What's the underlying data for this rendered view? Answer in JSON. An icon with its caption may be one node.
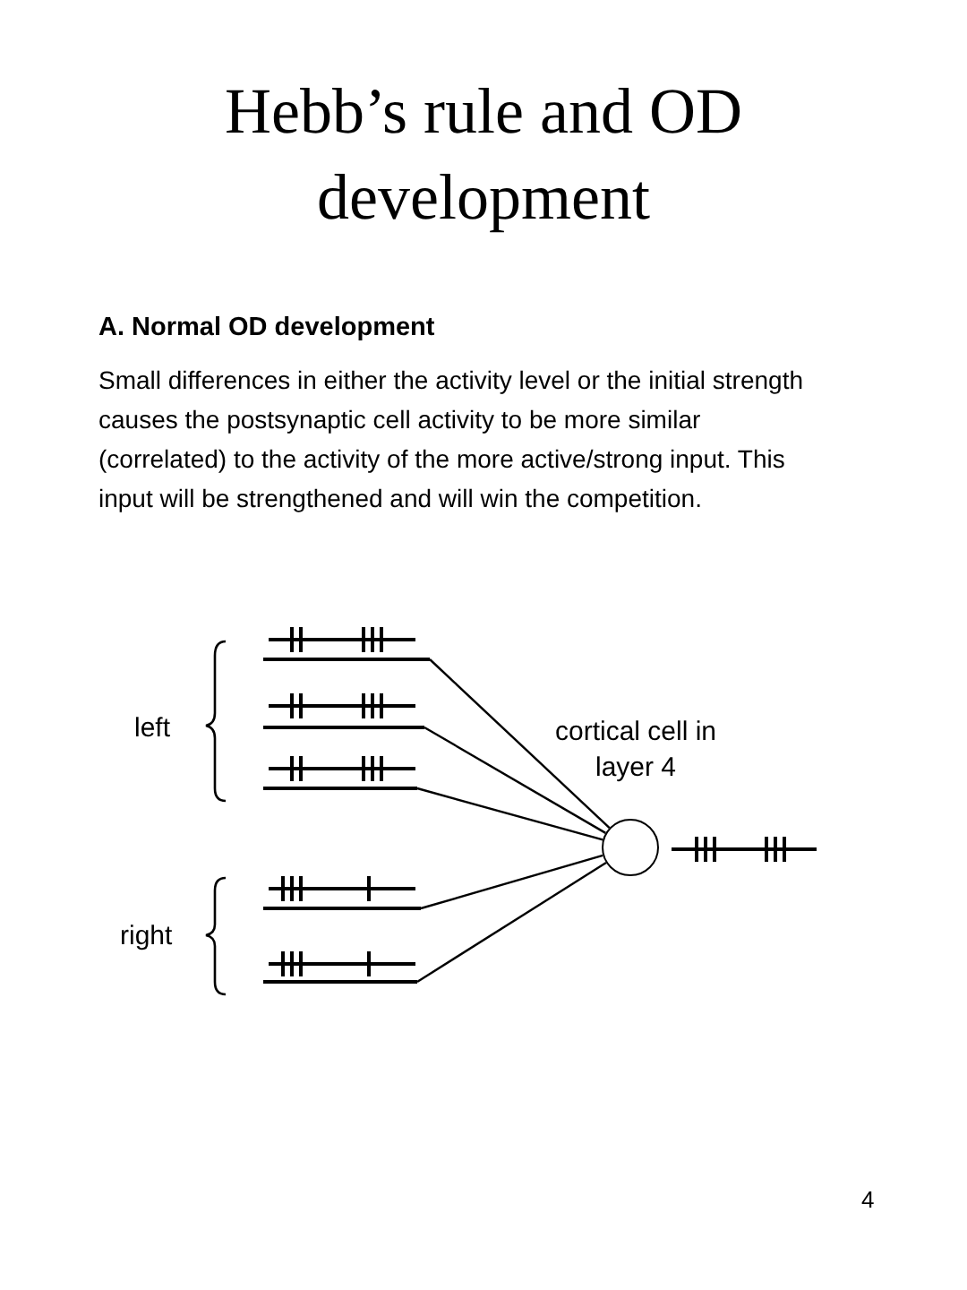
{
  "diagram": {
    "title": "Hebb’s rule and OD development",
    "nodes": [
      {
        "text": [],
        "shape": "line"
      },
      {
        "text": [],
        "shape": "line"
      },
      {
        "text": [],
        "shape": "line"
      },
      {
        "text": [],
        "shape": "line"
      },
      {
        "text": [],
        "shape": "line"
      },
      {
        "text": [],
        "shape": "circle",
        "beside": [
          "cortical cell in layer 4"
        ]
      }
    ],
    "edges": [
      {
        "from": 0,
        "to": 5,
        "arrow": "none"
      },
      {
        "from": 1,
        "to": 5,
        "arrow": "none"
      },
      {
        "from": 2,
        "to": 5,
        "arrow": "none"
      },
      {
        "from": 3,
        "to": 5,
        "arrow": "none"
      },
      {
        "from": 4,
        "to": 5,
        "arrow": "none"
      }
    ],
    "labels": [
      "A. Normal OD development",
      "Small differences in either the activity level or the initial strength causes the postsynaptic cell activity to be more similar (correlated) to the activity of the more active/strong input. This input will be strengthened and will win the competition.",
      "left",
      "right",
      "4"
    ]
  }
}
